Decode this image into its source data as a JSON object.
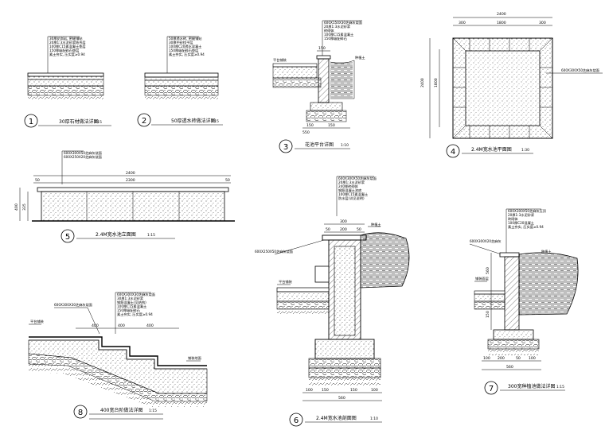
{
  "details": {
    "d1": {
      "num": "1",
      "title": "30厚石材做法详图",
      "scale": "1:15"
    },
    "d2": {
      "num": "2",
      "title": "50厚透水砖做法详图",
      "scale": "1:15"
    },
    "d3": {
      "num": "3",
      "title": "花池平台详图",
      "scale": "1:10",
      "dims": {
        "w150a": "150",
        "w150b": "150",
        "w150c": "150",
        "h": "550"
      },
      "label_left": "平台铺装",
      "label_right": "种植土"
    },
    "d4": {
      "num": "4",
      "title": "2.4M宽水池平面图",
      "scale": "1:30",
      "dims": {
        "top": "2400",
        "a": "300",
        "b": "1800",
        "c": "300",
        "side": "2400",
        "side_in": "1800"
      },
      "callout": "600X300X50芝麻灰烧面"
    },
    "d5": {
      "num": "5",
      "title": "2.4M宽水池立面图",
      "scale": "1:15",
      "dims": {
        "total": "2400",
        "inner": "2300",
        "l": "50",
        "r": "50",
        "h1": "400",
        "h2": "335"
      }
    },
    "d6": {
      "num": "6",
      "title": "2.4M宽水池剖面图",
      "scale": "1:10",
      "dims": {
        "top": "300",
        "a": "50",
        "b": "200",
        "c": "50",
        "bot": "560",
        "d": "100",
        "e": "150",
        "f": "150",
        "g": "100"
      },
      "callout_left": "600X250X50芝麻灰烧面",
      "label_a": "种植土",
      "label_b": "平台铺装"
    },
    "d7": {
      "num": "7",
      "title": "300宽种植池做法详图",
      "scale": "1:15",
      "dims": {
        "bot": "560",
        "a": "100",
        "b": "200",
        "c": "50",
        "d": "100"
      },
      "callout_left": "600X300X20芝麻灰",
      "label_top": "种植土",
      "label_left": "铺装面层"
    },
    "d8": {
      "num": "8",
      "title": "400宽台阶做法详图",
      "scale": "1:15",
      "dims": {
        "s1": "400",
        "s2": "400",
        "s3": "400"
      },
      "callout": "600X300X30芝麻灰烧面",
      "label_top": "平台铺装",
      "label_bot": "铺装地面"
    }
  },
  "notes": {
    "layers_a": [
      "30厚花岗岩, 密缝铺贴",
      "20厚1:3水泥砂浆结合层",
      "100厚C15素混凝土垫层",
      "150厚级配碎石垫层",
      "素土夯实, 压实度≥0.94"
    ],
    "layers_b": [
      "50厚透水砖, 密缝铺贴",
      "30厚中砂找平层",
      "100厚C20透水混凝土",
      "150厚级配碎石垫层",
      "素土夯实, 压实度≥0.94"
    ],
    "layers_c": [
      "600X150X30芝麻灰烧面",
      "20厚1:3水泥砂浆",
      "砖砌体",
      "100厚C15素混凝土",
      "150厚级配碎石"
    ],
    "layers_d": [
      "600X300X50芝麻灰烧面",
      "20厚1:3水泥砂浆",
      "240厚砖砌体",
      "钢筋混凝土池底",
      "100厚C15素混凝土",
      "防水层(详见说明)"
    ],
    "layers_e": [
      "600X300X50芝麻灰压顶",
      "20厚1:3水泥砂浆",
      "砖砌体",
      "100厚C20混凝土",
      "素土夯实, 压实度≥0.94"
    ],
    "layers_f": [
      "600X300X30芝麻灰烧面",
      "30厚1:3水泥砂浆",
      "钢筋混凝土(见结构)",
      "100厚C15素混凝土",
      "150厚级配碎石",
      "素土夯实, 压实度≥0.94"
    ]
  }
}
